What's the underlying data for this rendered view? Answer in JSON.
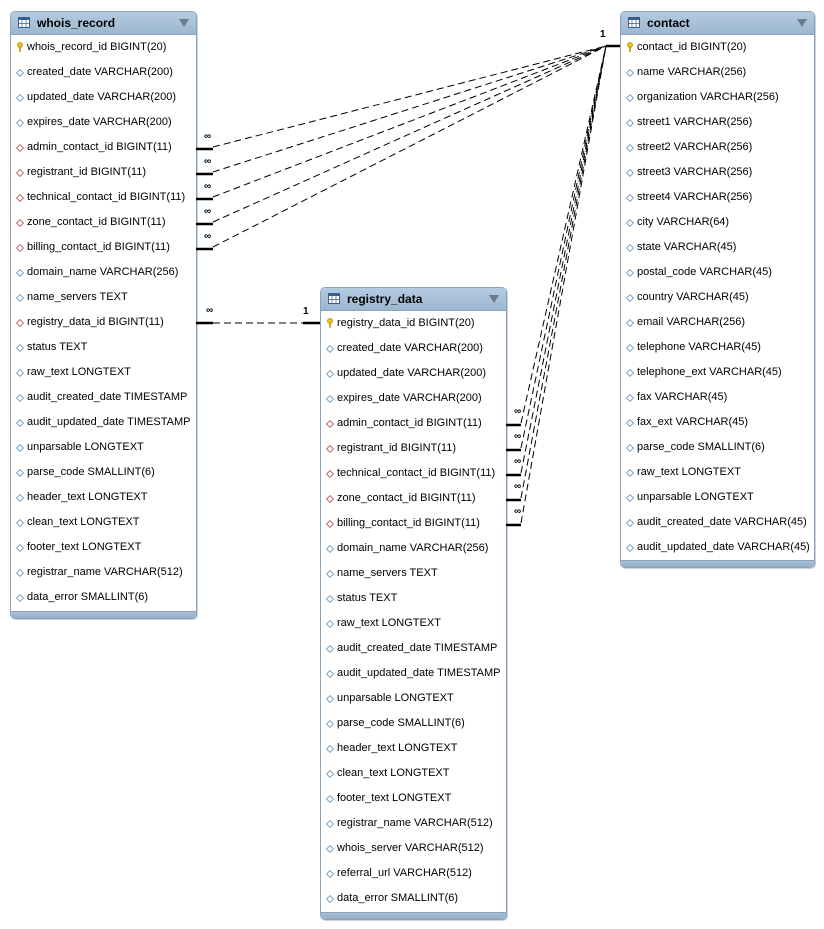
{
  "tables": {
    "whois_record": {
      "title": "whois_record",
      "columns": [
        {
          "text": "whois_record_id BIGINT(20)",
          "kind": "pk"
        },
        {
          "text": "created_date VARCHAR(200)",
          "kind": "col"
        },
        {
          "text": "updated_date VARCHAR(200)",
          "kind": "col"
        },
        {
          "text": "expires_date VARCHAR(200)",
          "kind": "col"
        },
        {
          "text": "admin_contact_id BIGINT(11)",
          "kind": "fk"
        },
        {
          "text": "registrant_id BIGINT(11)",
          "kind": "fk"
        },
        {
          "text": "technical_contact_id BIGINT(11)",
          "kind": "fk"
        },
        {
          "text": "zone_contact_id BIGINT(11)",
          "kind": "fk"
        },
        {
          "text": "billing_contact_id BIGINT(11)",
          "kind": "fk"
        },
        {
          "text": "domain_name VARCHAR(256)",
          "kind": "col"
        },
        {
          "text": "name_servers TEXT",
          "kind": "col"
        },
        {
          "text": "registry_data_id BIGINT(11)",
          "kind": "fk"
        },
        {
          "text": "status TEXT",
          "kind": "col"
        },
        {
          "text": "raw_text LONGTEXT",
          "kind": "col"
        },
        {
          "text": "audit_created_date TIMESTAMP",
          "kind": "col"
        },
        {
          "text": "audit_updated_date TIMESTAMP",
          "kind": "col"
        },
        {
          "text": "unparsable LONGTEXT",
          "kind": "col"
        },
        {
          "text": "parse_code SMALLINT(6)",
          "kind": "col"
        },
        {
          "text": "header_text LONGTEXT",
          "kind": "col"
        },
        {
          "text": "clean_text LONGTEXT",
          "kind": "col"
        },
        {
          "text": "footer_text LONGTEXT",
          "kind": "col"
        },
        {
          "text": "registrar_name VARCHAR(512)",
          "kind": "col"
        },
        {
          "text": "data_error SMALLINT(6)",
          "kind": "col"
        }
      ]
    },
    "registry_data": {
      "title": "registry_data",
      "columns": [
        {
          "text": "registry_data_id BIGINT(20)",
          "kind": "pk"
        },
        {
          "text": "created_date VARCHAR(200)",
          "kind": "col"
        },
        {
          "text": "updated_date VARCHAR(200)",
          "kind": "col"
        },
        {
          "text": "expires_date VARCHAR(200)",
          "kind": "col"
        },
        {
          "text": "admin_contact_id BIGINT(11)",
          "kind": "fk"
        },
        {
          "text": "registrant_id BIGINT(11)",
          "kind": "fk"
        },
        {
          "text": "technical_contact_id BIGINT(11)",
          "kind": "fk"
        },
        {
          "text": "zone_contact_id BIGINT(11)",
          "kind": "fk"
        },
        {
          "text": "billing_contact_id BIGINT(11)",
          "kind": "fk"
        },
        {
          "text": "domain_name VARCHAR(256)",
          "kind": "col"
        },
        {
          "text": "name_servers TEXT",
          "kind": "col"
        },
        {
          "text": "status TEXT",
          "kind": "col"
        },
        {
          "text": "raw_text LONGTEXT",
          "kind": "col"
        },
        {
          "text": "audit_created_date TIMESTAMP",
          "kind": "col"
        },
        {
          "text": "audit_updated_date TIMESTAMP",
          "kind": "col"
        },
        {
          "text": "unparsable LONGTEXT",
          "kind": "col"
        },
        {
          "text": "parse_code SMALLINT(6)",
          "kind": "col"
        },
        {
          "text": "header_text LONGTEXT",
          "kind": "col"
        },
        {
          "text": "clean_text LONGTEXT",
          "kind": "col"
        },
        {
          "text": "footer_text LONGTEXT",
          "kind": "col"
        },
        {
          "text": "registrar_name VARCHAR(512)",
          "kind": "col"
        },
        {
          "text": "whois_server VARCHAR(512)",
          "kind": "col"
        },
        {
          "text": "referral_url VARCHAR(512)",
          "kind": "col"
        },
        {
          "text": "data_error SMALLINT(6)",
          "kind": "col"
        }
      ]
    },
    "contact": {
      "title": "contact",
      "columns": [
        {
          "text": "contact_id BIGINT(20)",
          "kind": "pk"
        },
        {
          "text": "name VARCHAR(256)",
          "kind": "col"
        },
        {
          "text": "organization VARCHAR(256)",
          "kind": "col"
        },
        {
          "text": "street1 VARCHAR(256)",
          "kind": "col"
        },
        {
          "text": "street2 VARCHAR(256)",
          "kind": "col"
        },
        {
          "text": "street3 VARCHAR(256)",
          "kind": "col"
        },
        {
          "text": "street4 VARCHAR(256)",
          "kind": "col"
        },
        {
          "text": "city VARCHAR(64)",
          "kind": "col"
        },
        {
          "text": "state VARCHAR(45)",
          "kind": "col"
        },
        {
          "text": "postal_code VARCHAR(45)",
          "kind": "col"
        },
        {
          "text": "country VARCHAR(45)",
          "kind": "col"
        },
        {
          "text": "email VARCHAR(256)",
          "kind": "col"
        },
        {
          "text": "telephone VARCHAR(45)",
          "kind": "col"
        },
        {
          "text": "telephone_ext VARCHAR(45)",
          "kind": "col"
        },
        {
          "text": "fax VARCHAR(45)",
          "kind": "col"
        },
        {
          "text": "fax_ext VARCHAR(45)",
          "kind": "col"
        },
        {
          "text": "parse_code SMALLINT(6)",
          "kind": "col"
        },
        {
          "text": "raw_text LONGTEXT",
          "kind": "col"
        },
        {
          "text": "unparsable LONGTEXT",
          "kind": "col"
        },
        {
          "text": "audit_created_date VARCHAR(45)",
          "kind": "col"
        },
        {
          "text": "audit_updated_date VARCHAR(45)",
          "kind": "col"
        }
      ]
    }
  },
  "relationships": {
    "one_label": "1",
    "many_label": "∞"
  },
  "colors": {
    "pk_key": "#e8c020",
    "col_diamond": "#7fa6c8",
    "fk_diamond": "#c26b6b",
    "header_bg": "#a9c0d6"
  },
  "icons": {
    "table": "table-grid-icon",
    "pk": "key-icon",
    "col": "column-diamond-icon",
    "fk": "foreign-key-diamond-icon",
    "collapse": "chevron-down-icon"
  }
}
